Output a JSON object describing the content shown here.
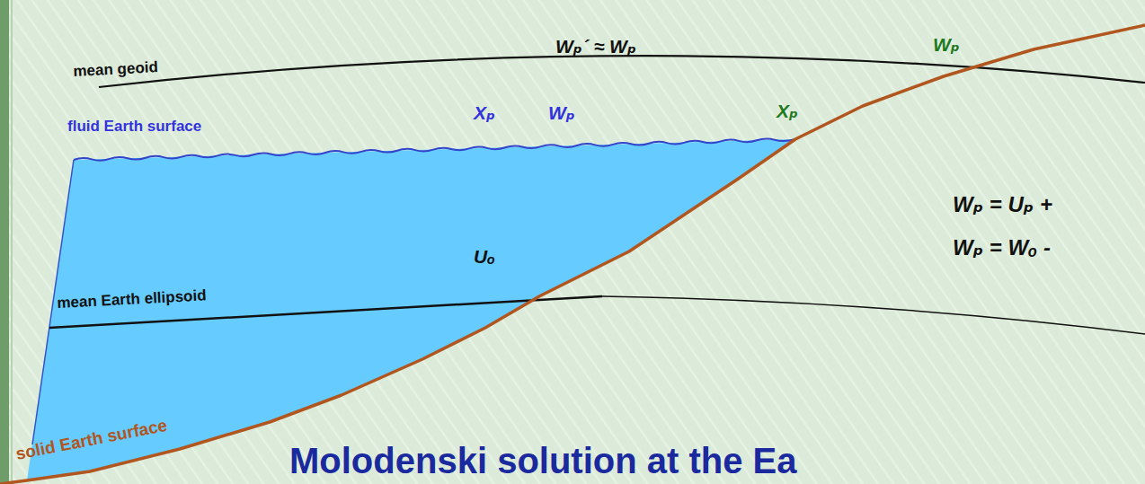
{
  "diagram": {
    "title": "Molodenski solution at the Ea",
    "labels": [
      "mean geoid",
      "Wₚ´ ≈ Wₚ",
      "Wₚ",
      "fluid Earth surface",
      "Xₚ",
      "Wₚ",
      "Xₚ",
      "Wₚ = Uₚ +",
      "Wₚ = Wₒ -",
      "Uₒ",
      "mean Earth ellipsoid",
      "solid Earth surface"
    ]
  }
}
